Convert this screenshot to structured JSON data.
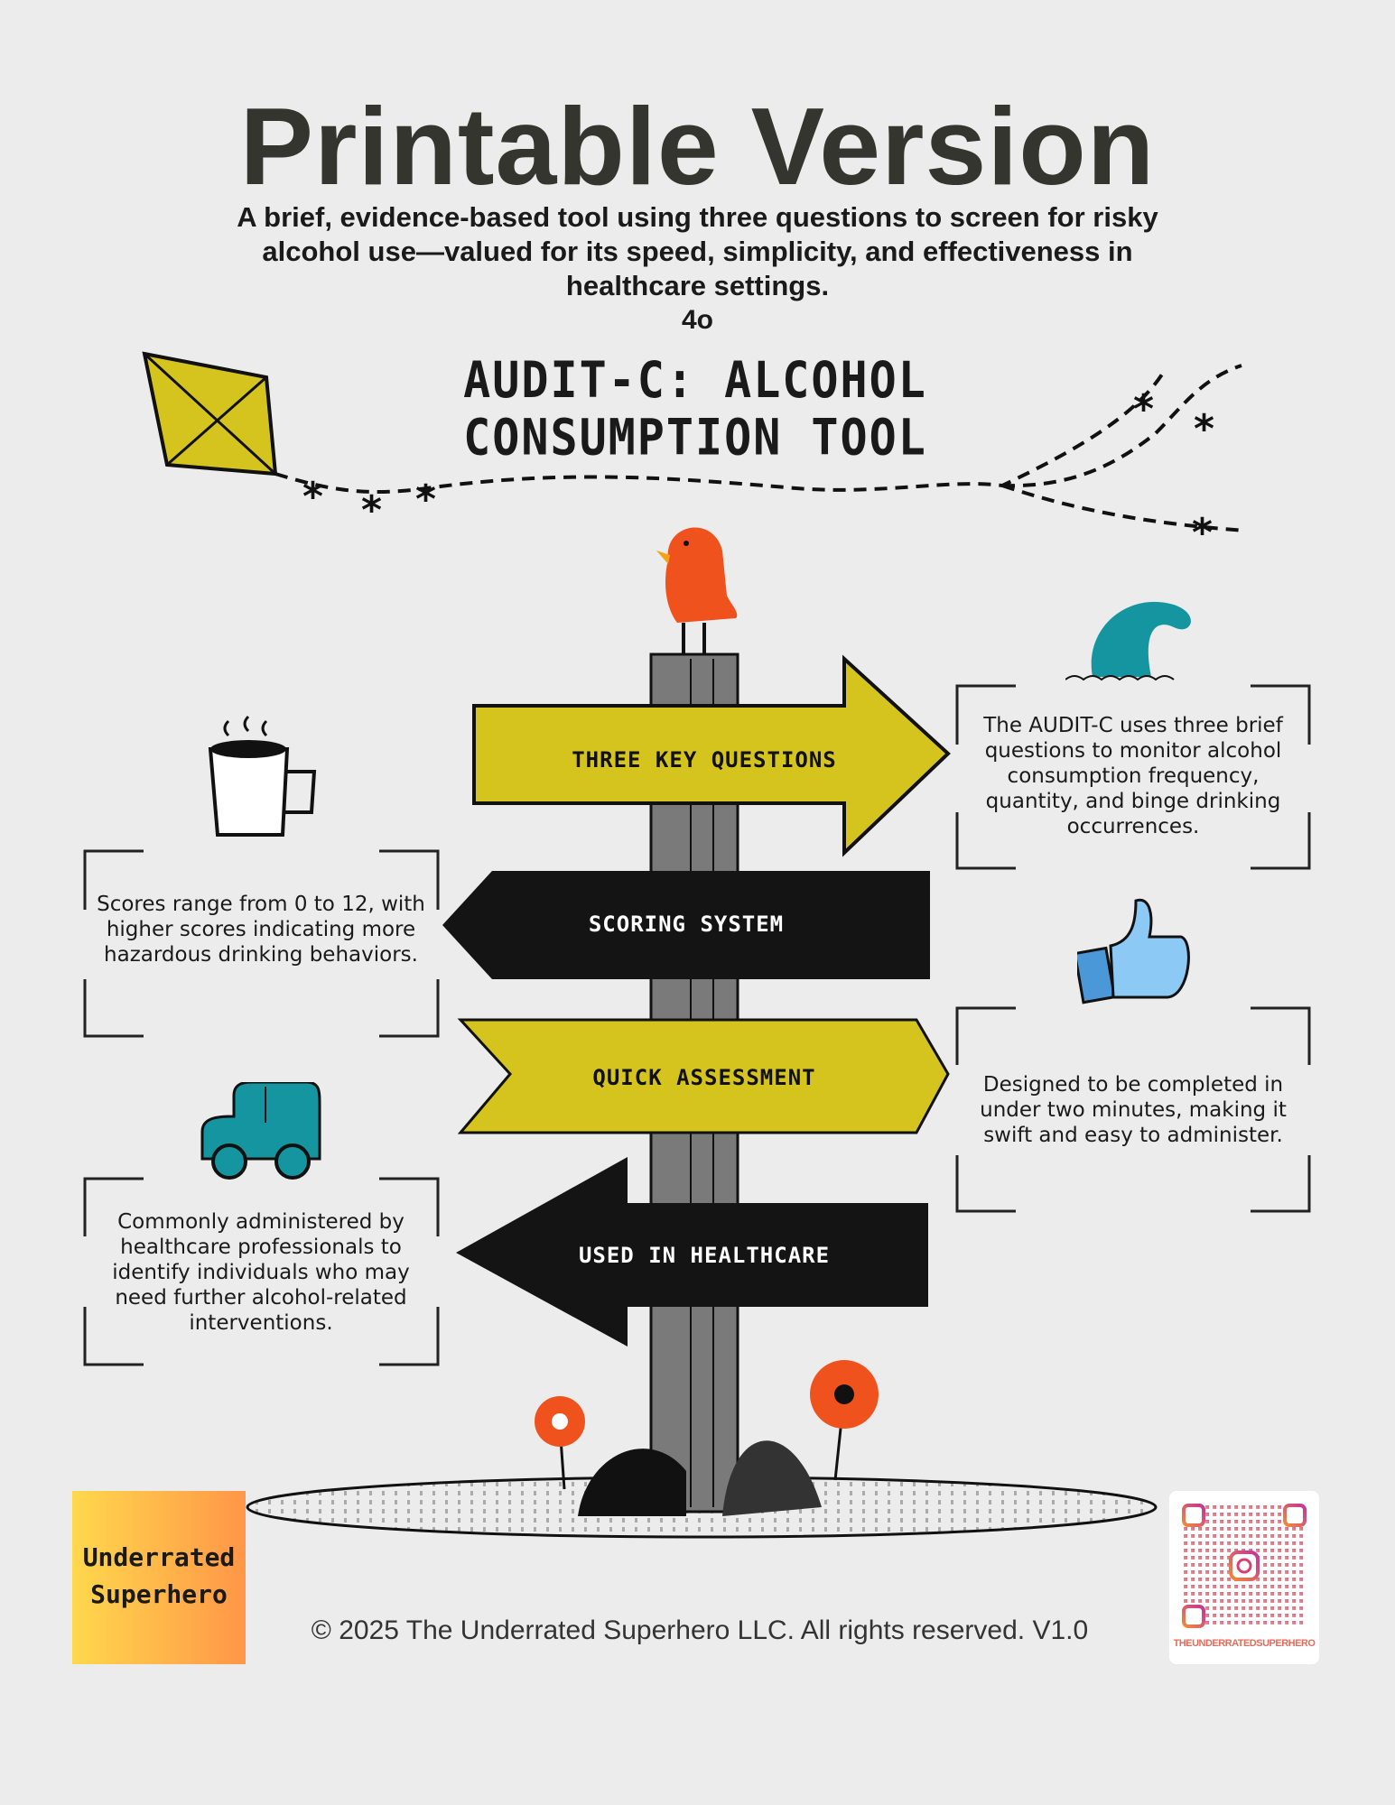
{
  "header": {
    "title": "Printable Version",
    "subtitle": "A brief, evidence-based tool using three questions to screen for risky alcohol use—valued for its speed, simplicity, and effectiveness in healthcare settings.",
    "model": "4o",
    "tool_title": "AUDIT-C: ALCOHOL CONSUMPTION TOOL"
  },
  "signs": [
    {
      "label": "THREE KEY QUESTIONS",
      "color": "#d6c41e",
      "direction": "right"
    },
    {
      "label": "SCORING SYSTEM",
      "color": "#141414",
      "direction": "left"
    },
    {
      "label": "QUICK ASSESSMENT",
      "color": "#d6c41e",
      "direction": "right"
    },
    {
      "label": "USED IN HEALTHCARE",
      "color": "#141414",
      "direction": "left"
    }
  ],
  "boxes": {
    "three_questions": "The AUDIT-C uses three brief questions to monitor alcohol consumption frequency, quantity, and binge drinking occurrences.",
    "scoring": "Scores range from 0 to 12, with higher scores indicating more hazardous drinking behaviors.",
    "quick": "Designed to be completed in under two minutes, making it swift and easy to administer.",
    "healthcare": "Commonly administered by healthcare professionals to identify individuals who may need further alcohol-related interventions."
  },
  "footer": {
    "logo_line1": "Underrated",
    "logo_line2": "Superhero",
    "copyright": "© 2025 The Underrated Superhero LLC. All rights reserved. V1.0",
    "qr_label": "THEUNDERRATEDSUPERHERO"
  },
  "colors": {
    "yellow": "#d6c41e",
    "black": "#141414",
    "teal": "#14959f",
    "orange": "#f0521e",
    "blue": "#8dc9f5"
  }
}
